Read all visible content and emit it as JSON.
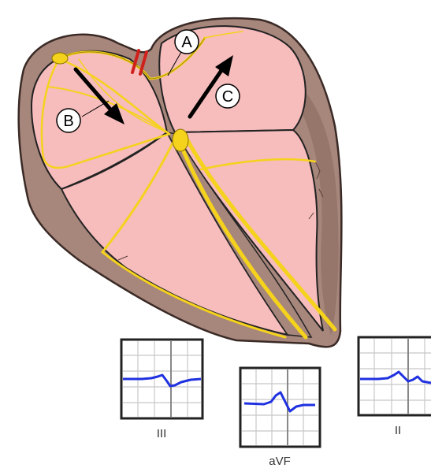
{
  "diagram": {
    "markers": {
      "a": "A",
      "b": "B",
      "c": "C"
    },
    "leads": [
      {
        "label": "III"
      },
      {
        "label": "aVF"
      },
      {
        "label": "II"
      }
    ],
    "colors": {
      "wall": "#a7867c",
      "chamber": "#f7bcbc",
      "conduction": "#f5d21c",
      "block": "#d0201c",
      "trace": "#1f31e0",
      "grid": "#c8c8c8"
    }
  }
}
